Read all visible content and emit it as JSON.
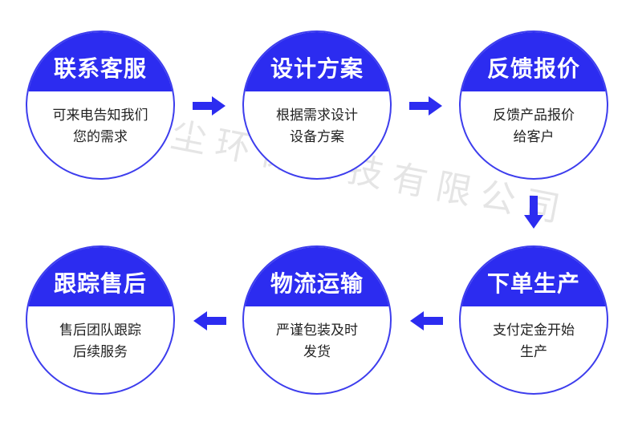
{
  "steps": [
    {
      "title": "联系客服",
      "lines": [
        "可来电告知我们",
        "您的需求"
      ]
    },
    {
      "title": "设计方案",
      "lines": [
        "根据需求设计",
        "设备方案"
      ]
    },
    {
      "title": "反馈报价",
      "lines": [
        "反馈产品报价",
        "给客户"
      ]
    },
    {
      "title": "下单生产",
      "lines": [
        "支付定金开始",
        "生产"
      ]
    },
    {
      "title": "物流运输",
      "lines": [
        "严谨包装及时",
        "发货"
      ]
    },
    {
      "title": "跟踪售后",
      "lines": [
        "售后团队跟踪",
        "后续服务"
      ]
    }
  ],
  "watermark": "东莞港尘环保科技有限公司",
  "colors": {
    "accent": "#2c2cf0",
    "border": "#3d3ded",
    "text": "#222222"
  }
}
